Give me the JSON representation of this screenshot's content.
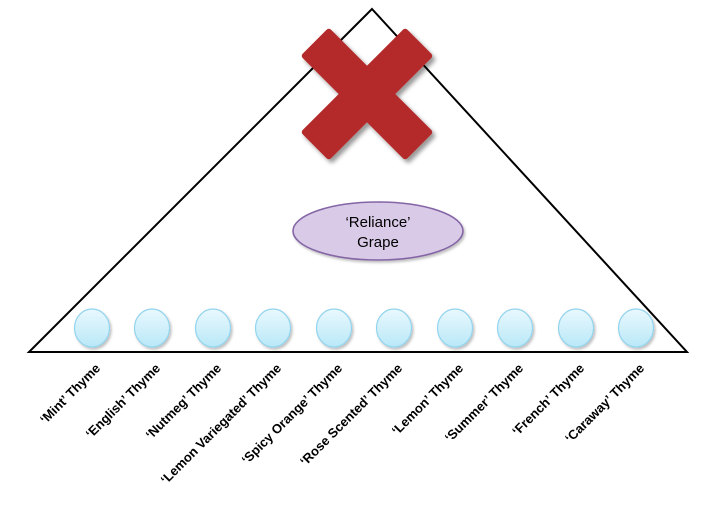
{
  "diagram": {
    "grape": {
      "line1": "‘Reliance’",
      "line2": "Grape"
    },
    "thyme_labels": [
      "‘Mint’ Thyme",
      "‘English’ Thyme",
      "‘Nutmeg’ Thyme",
      "‘Lemon Variegated’ Thyme",
      "‘Spicy Orange’ Thyme",
      "‘Rose Scented’ Thyme",
      "‘Lemon’ Thyme",
      "‘Summer’ Thyme",
      "‘French’ Thyme",
      "‘Caraway’ Thyme"
    ],
    "colors": {
      "triangle_stroke": "#000000",
      "x_mark": "#b42b2b",
      "grape_fill": "#d9cbe8",
      "grape_stroke": "#8465a5",
      "circle_fill_top": "#e9f8fe",
      "circle_fill_bottom": "#b9e8f7",
      "circle_stroke": "#93d4ee"
    }
  }
}
